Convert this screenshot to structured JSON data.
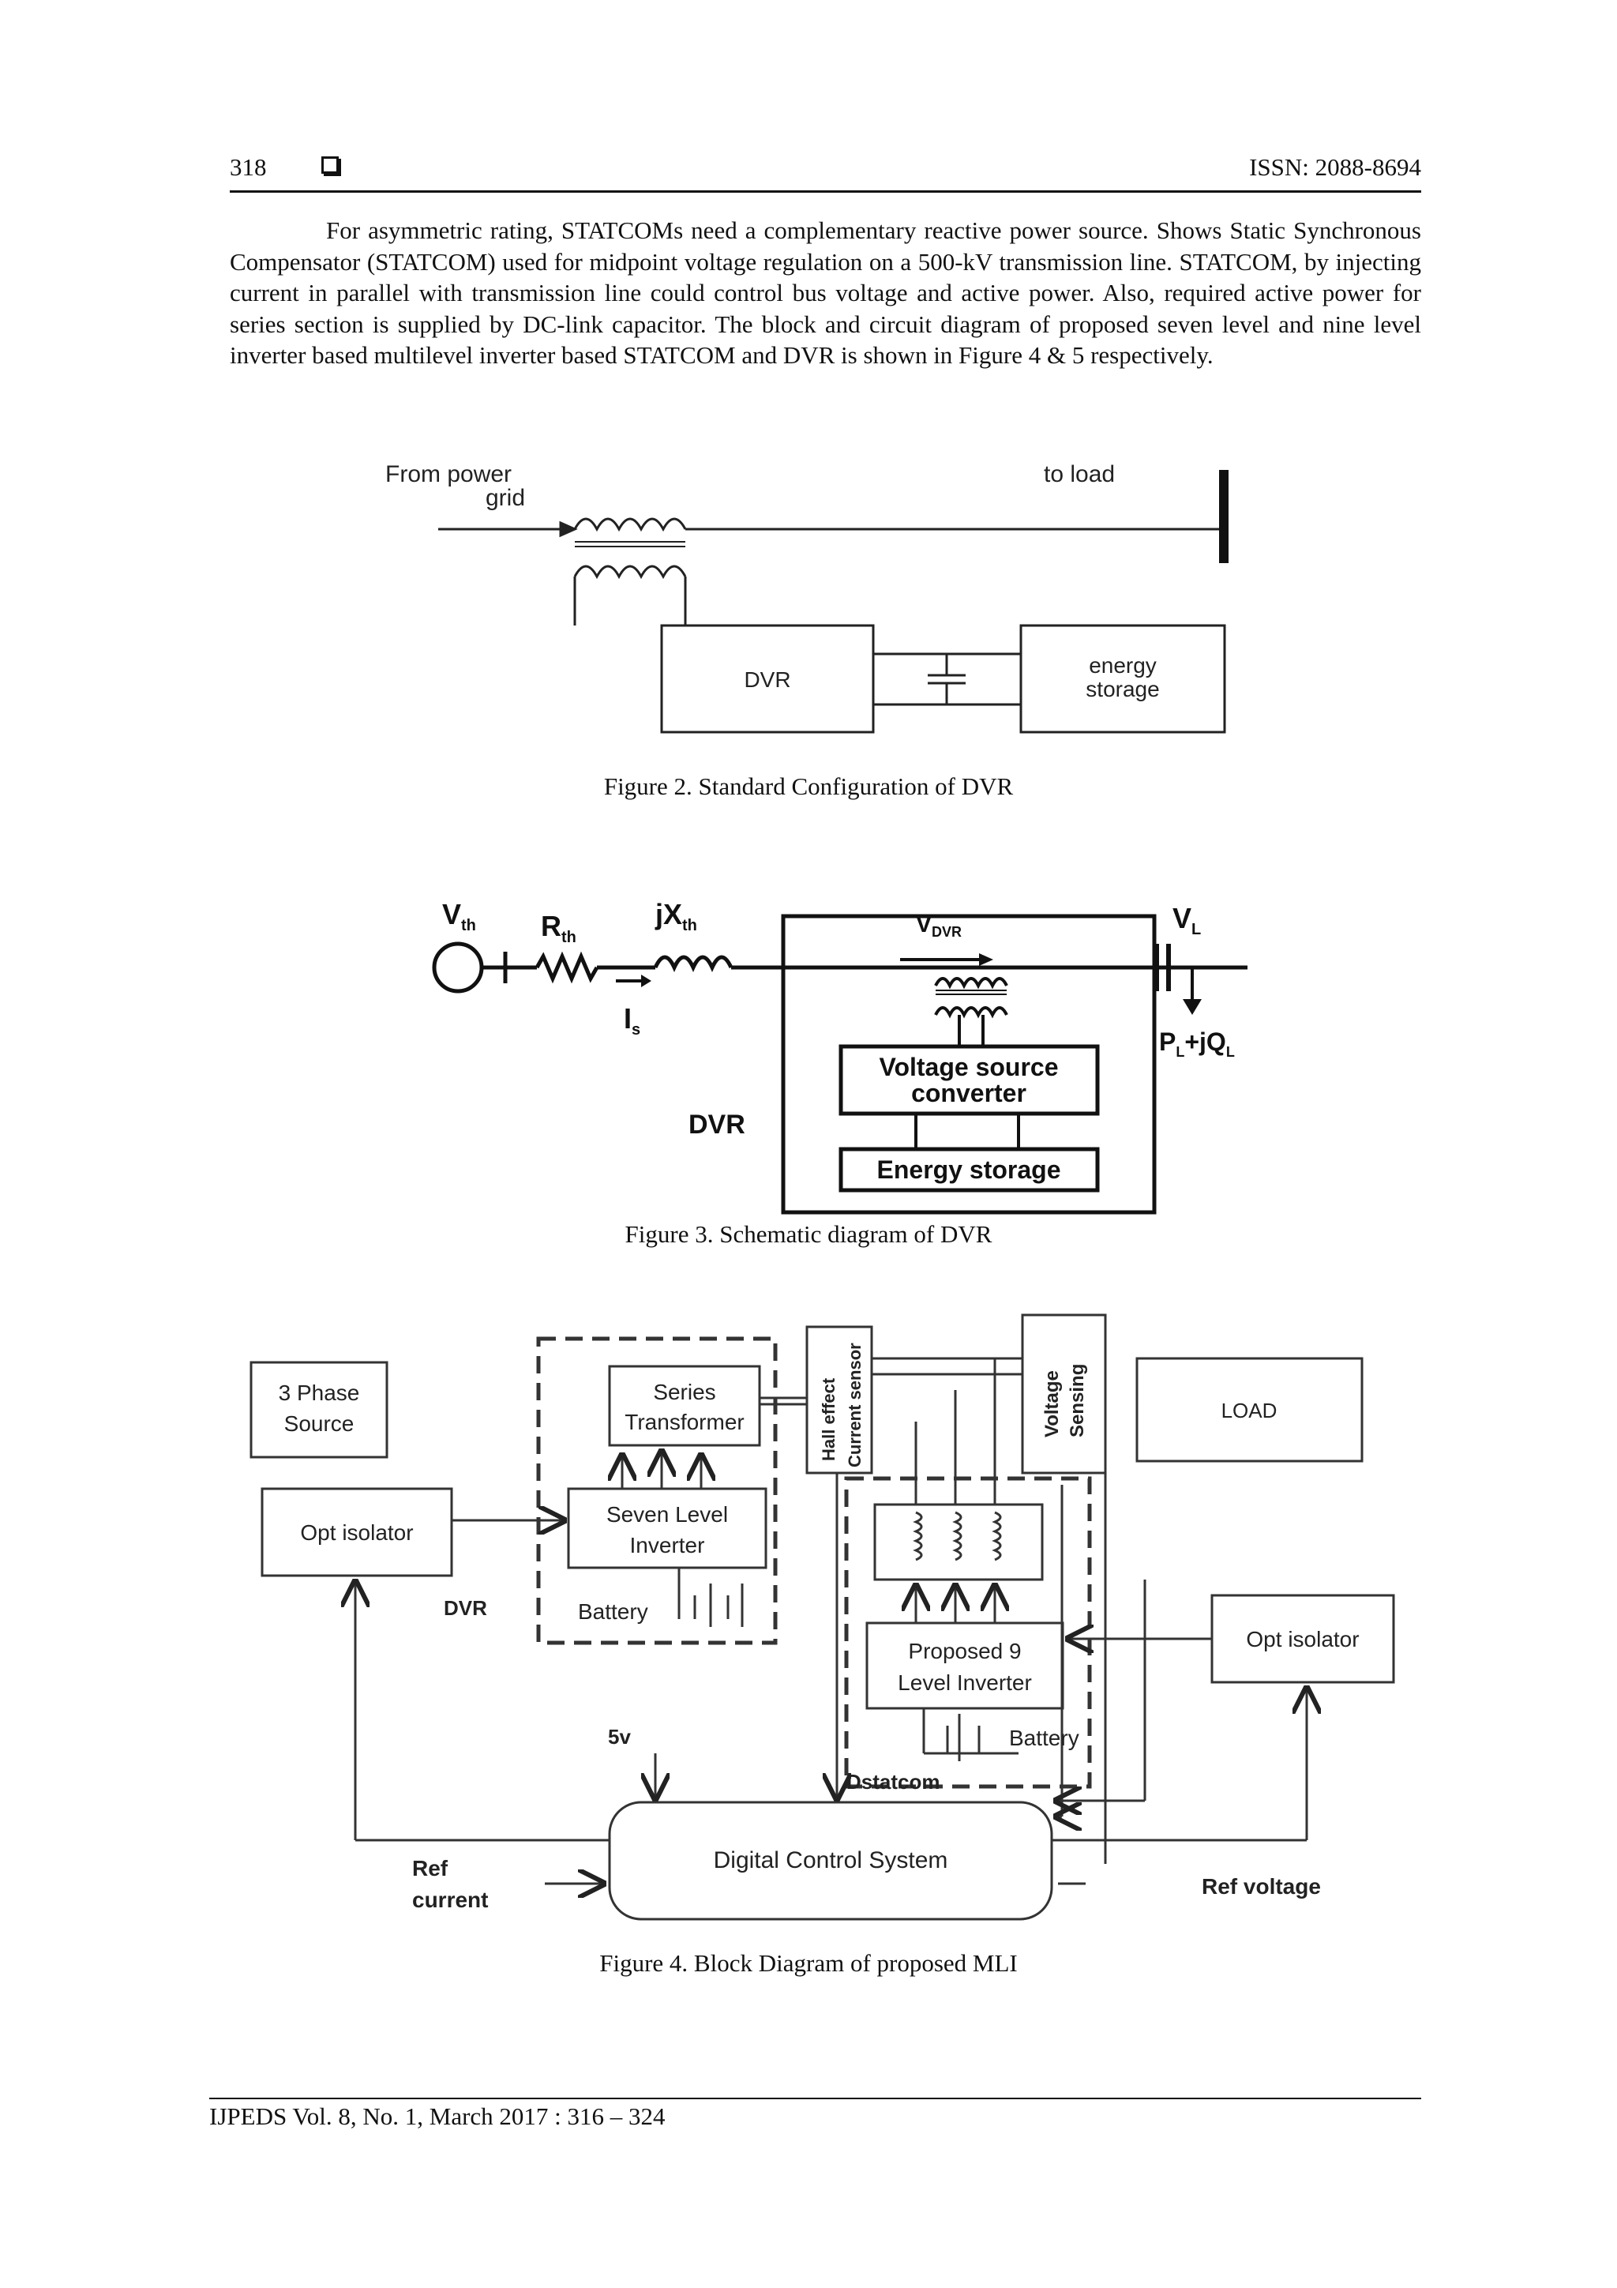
{
  "header": {
    "page_number": "318",
    "issn": "ISSN: 2088-8694"
  },
  "body": {
    "paragraph": "For asymmetric rating, STATCOMs need a complementary reactive power source. Shows Static Synchronous Compensator (STATCOM) used for midpoint voltage regulation on a 500-kV transmission line. STATCOM, by injecting current in parallel with transmission line could control bus voltage and active power. Also, required active power for series section is supplied by DC-link capacitor. The block and circuit diagram of proposed seven level and nine level inverter based multilevel inverter based STATCOM and DVR is shown in Figure 4 & 5 respectively."
  },
  "figure2": {
    "caption": "Figure 2. Standard Configuration of DVR",
    "from_line1": "From power",
    "from_line2": "grid",
    "to_load": "to load",
    "dvr": "DVR",
    "storage_line1": "energy",
    "storage_line2": "storage"
  },
  "figure3": {
    "caption": "Figure 3. Schematic diagram of DVR",
    "vth": "V",
    "vth_sub": "th",
    "rth": "R",
    "rth_sub": "th",
    "xth": "jX",
    "xth_sub": "th",
    "is": "I",
    "is_sub": "s",
    "vdvr": "V",
    "vdvr_sub": "DVR",
    "vl": "V",
    "vl_sub": "L",
    "pl": "P",
    "pl_sub": "L",
    "plus_jq": "+jQ",
    "ql_sub": "L",
    "vsc_line1": "Voltage source",
    "vsc_line2": "converter",
    "energy_storage": "Energy storage",
    "dvr_label": "DVR"
  },
  "figure4": {
    "caption": "Figure 4. Block Diagram of proposed MLI",
    "source_line1": "3 Phase",
    "source_line2": "Source",
    "series_line1": "Series",
    "series_line2": "Transformer",
    "hall_line1": "Hall effect",
    "hall_line2": "Current sensor",
    "voltage_line1": "Voltage",
    "voltage_line2": "Sensing",
    "load": "LOAD",
    "opt_left": "Opt isolator",
    "seven_line1": "Seven Level",
    "seven_line2": "Inverter",
    "dvr": "DVR",
    "battery_left": "Battery",
    "nine_line1": "Proposed 9",
    "nine_line2": "Level Inverter",
    "opt_right": "Opt isolator",
    "battery_right": "Battery",
    "five_v": "5v",
    "dstatcom": "Dstatcom",
    "digital": "Digital Control System",
    "ref_current_line1": "Ref",
    "ref_current_line2": "current",
    "ref_voltage": "Ref voltage"
  },
  "footer": {
    "journal": "IJPEDS  Vol. 8, No. 1, March 2017 :  316 – 324"
  }
}
